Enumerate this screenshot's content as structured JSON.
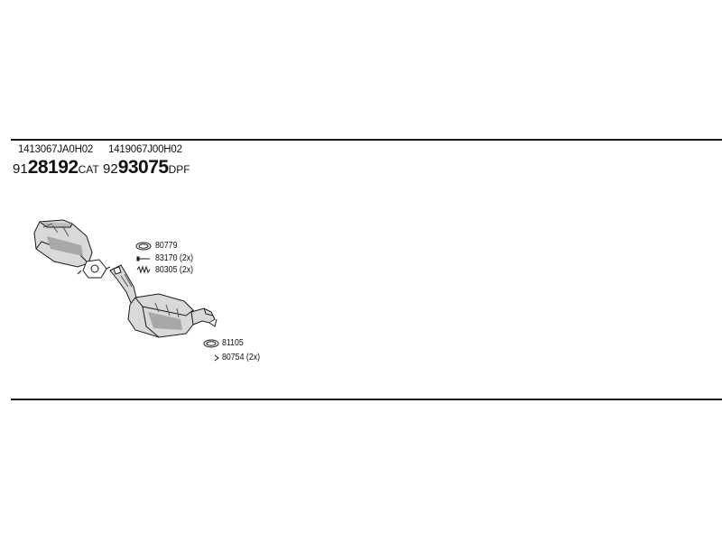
{
  "header": {
    "oe_code_1": "1413067JA0H02",
    "oe_code_2": "1419067J00H02",
    "part_1": {
      "prefix": "91",
      "number": "28192",
      "suffix": "CAT"
    },
    "part_2": {
      "prefix": "92",
      "number": "93075",
      "suffix": "DPF"
    }
  },
  "parts": {
    "ring_1": "80779",
    "bolt_1": "83170 (2x)",
    "spring_1": "80305 (2x)",
    "ring_2": "81105",
    "bolt_2": "80754 (2x)"
  },
  "colors": {
    "line": "#1a1a1a",
    "fill": "#d9d9d9",
    "shade": "#a8a8a8"
  }
}
